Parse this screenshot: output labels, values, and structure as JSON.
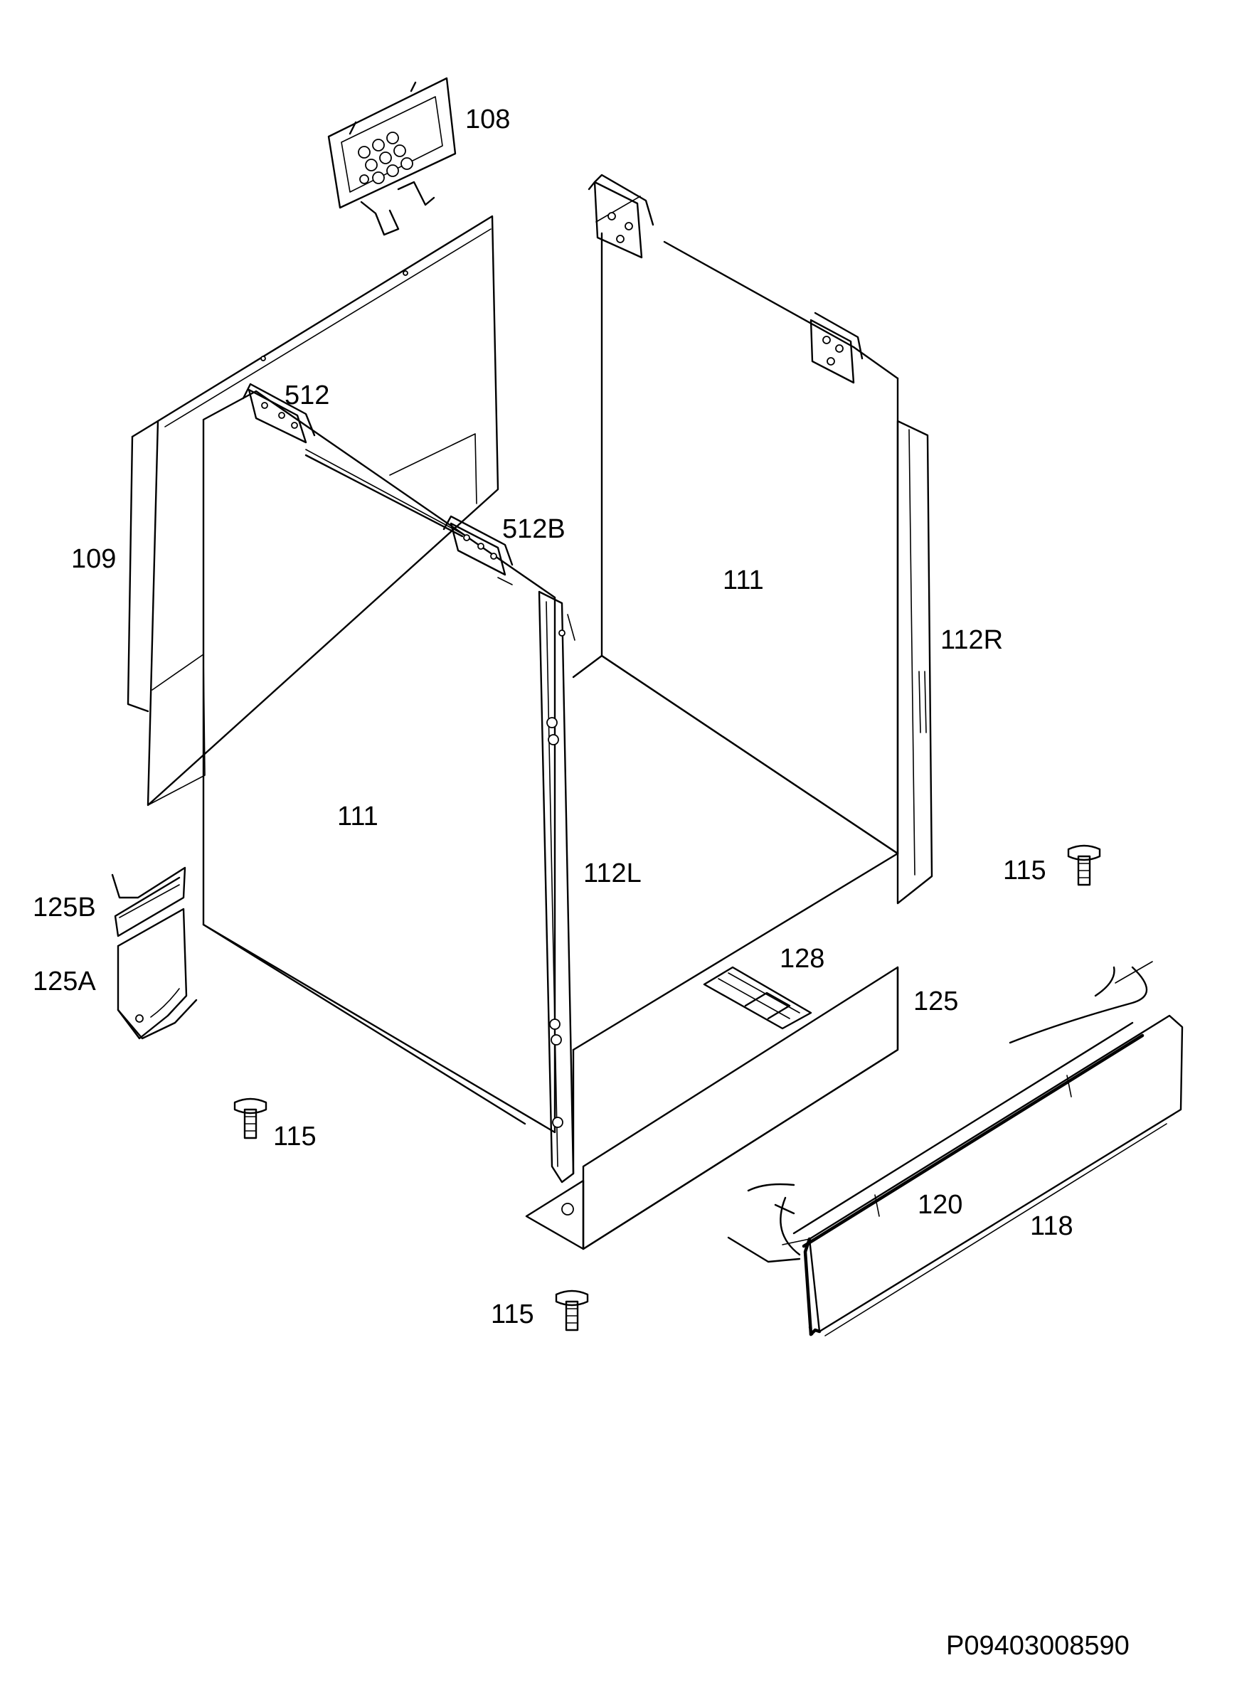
{
  "drawing_code": "P09403008590",
  "labels": {
    "control_panel": "108",
    "back_panel": "109",
    "side_panel_left": "111",
    "side_panel_right": "111",
    "hinge_upper": "512",
    "hinge_lower": "512B",
    "rail_left": "112L",
    "rail_right": "112R",
    "bracket_b": "125B",
    "bracket_a": "125A",
    "plinth": "125",
    "clip": "128",
    "foot_left": "115",
    "foot_front": "115",
    "foot_right": "115",
    "drawer_trim": "120",
    "drawer_front": "118"
  }
}
